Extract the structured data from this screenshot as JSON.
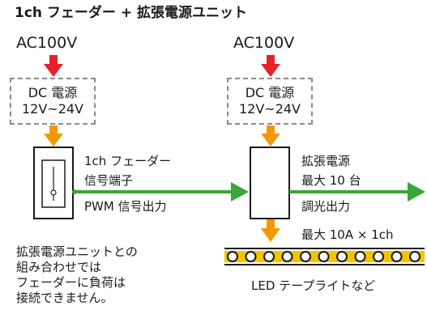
{
  "title": "1ch フェーダー + 拡張電源ユニット",
  "left": {
    "ac_label": "AC100V",
    "psu_line1": "DC 電源",
    "psu_line2": "12V~24V",
    "fader_label_line1": "1ch フェーダー",
    "fader_label_line2": "信号端子",
    "signal_label": "PWM 信号出力",
    "note_lines": [
      "拡張電源ユニットとの",
      "組み合わせでは",
      "フェーダーに負荷は",
      "接続できません。"
    ]
  },
  "right": {
    "ac_label": "AC100V",
    "psu_line1": "DC 電源",
    "psu_line2": "12V~24V",
    "unit_label_line1": "拡張電源",
    "unit_label_line2": "最大 10 台",
    "output_label": "調光出力",
    "load_label": "最大 10A × 1ch",
    "led_label": "LED テープライトなど"
  },
  "colors": {
    "red_arrow": "#e8202a",
    "orange_arrow": "#f39800",
    "green_arrow": "#3aa635",
    "led_strip": "#f5c400",
    "dashed_box": "#8a8a8a"
  }
}
